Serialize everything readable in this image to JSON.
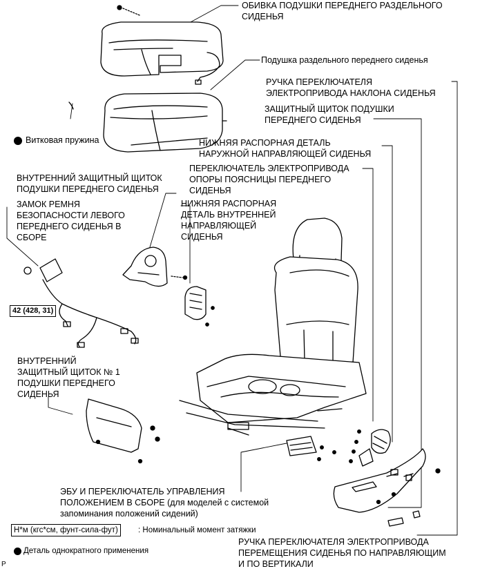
{
  "labels": {
    "cushion_cover": "ОБИВКА ПОДУШКИ ПЕРЕДНЕГО РАЗДЕЛЬНОГО\nСИДЕНЬЯ",
    "cushion_pad": "Подушка раздельного переднего сиденья",
    "recliner_knob": "РУЧКА ПЕРЕКЛЮЧАТЕЛЯ\nЭЛЕКТРОПРИВОДА НАКЛОНА СИДЕНЬЯ",
    "cushion_shield": "ЗАЩИТНЫЙ ЩИТОК ПОДУШКИ\nПЕРЕДНЕГО СИДЕНЬЯ",
    "coil_spring": "Витковая пружина",
    "outer_rail_spacer": "НИЖНЯЯ РАСПОРНАЯ ДЕТАЛЬ\nНАРУЖНОЙ НАПРАВЛЯЮЩЕЙ СИДЕНЬЯ",
    "lumbar_switch": "ПЕРЕКЛЮЧАТЕЛЬ ЭЛЕКТРОПРИВОДА\nОПОРЫ ПОЯСНИЦЫ ПЕРЕДНЕГО\nСИДЕНЬЯ",
    "inner_shield": "ВНУТРЕННИЙ ЗАЩИТНЫЙ ЩИТОК\nПОДУШКИ ПЕРЕДНЕГО СИДЕНЬЯ",
    "inner_rail_spacer": "НИЖНЯЯ РАСПОРНАЯ\nДЕТАЛЬ ВНУТРЕННЕЙ\nНАПРАВЛЯЮЩЕЙ\nСИДЕНЬЯ",
    "seat_belt_buckle": "ЗАМОК РЕМНЯ\nБЕЗОПАСНОСТИ ЛЕВОГО\nПЕРЕДНЕГО СИДЕНЬЯ В\nСБОРЕ",
    "inner_shield_no1": "ВНУТРЕННИЙ\nЗАЩИТНЫЙ ЩИТОК № 1\nПОДУШКИ ПЕРЕДНЕГО\nСИДЕНЬЯ",
    "ecu_switch": "ЭБУ И ПЕРЕКЛЮЧАТЕЛЬ УПРАВЛЕНИЯ\nПОЛОЖЕНИЕМ В СБОРЕ (для моделей с системой\nзапоминания положений сидений)",
    "slide_vertical_knob": "РУЧКА ПЕРЕКЛЮЧАТЕЛЯ ЭЛЕКТРОПРИВОДА\nПЕРЕМЕЩЕНИЯ СИДЕНЬЯ ПО НАПРАВЛЯЮЩИМ\nИ ПО ВЕРТИКАЛИ"
  },
  "torque": "42 (428, 31)",
  "legend": {
    "torque_unit": "Н*м (кгс*см, фунт-сила-фут)",
    "torque_desc": ": Номинальный момент затяжки",
    "non_reusable": "Деталь однократного применения"
  },
  "corner_mark": "P"
}
